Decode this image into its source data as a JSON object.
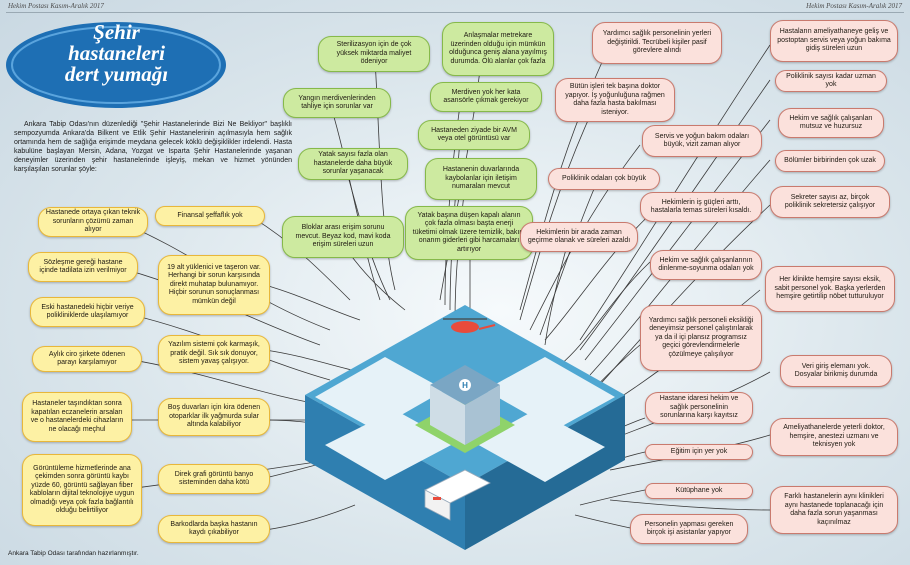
{
  "header": {
    "left": "Hekim Postası  Kasım-Aralık 2017",
    "right": "Hekim Postası  Kasım-Aralık 2017"
  },
  "title": {
    "line1": "Şehir",
    "line2": "hastaneleri",
    "line3": "dert yumağı"
  },
  "intro": "Ankara Tabip Odası'nın düzenlediği \"Şehir Hastanelerinde Bizi Ne Bekliyor\" başlıklı sempozyumda Ankara'da Bilkent ve Etlik Şehir Hastanelerinin açılmasıyla hem sağlık ortamında hem de sağlığa erişimde meydana gelecek köklü değişiklikler irdelendi. Hasta kabulüne başlayan Mersin, Adana, Yozgat ve Isparta Şehir Hastanelerinde yaşanan deneyimler üzerinden şehir hastanelerinde işleyiş, mekan ve hizmet yönünden karşılaşılan sorunlar şöyle:",
  "credit": "Ankara Tabip Odası tarafından hazırlanmıştır.",
  "bubbles": {
    "left": [
      "Hastanede ortaya çıkan teknik sorunların çözümü zaman alıyor",
      "Sözleşme gereği hastane içinde tadilata izin verilmiyor",
      "Eski hastanedeki hiçbir veriye polikliniklerde ulaşılamıyor",
      "Aylık ciro şirkete ödenen parayı karşılamıyor",
      "Hastaneler taşındıktan sonra kapatılan eczanelerin arsaları ve o hastanelerdeki cihazların ne olacağı meçhul",
      "Görüntüleme hizmetlerinde ana çekimden sonra görüntü kaybı yüzde 60, görüntü sağlayan fiber kabloların dijital teknolojiye uygun olmadığı veya çok fazla bağlantılı olduğu belirtiliyor"
    ],
    "center": [
      "Finansal şeffaflık yok",
      "19 alt yüklenici ve taşeron var. Herhangi bir sorun karşısında direkt muhatap bulunamıyor. Hiçbir sorunun sonuçlanması mümkün değil",
      "Yazılım sistemi çok karmaşık, pratik değil. Sık sık donuyor, sistem yavaş çalışıyor.",
      "Boş duvarları için kira ödenen otoparklar ilk yağmurda sular altında kalabiliyor",
      "Direk grafi görüntü banyo sisteminden daha kötü",
      "Barkodlarda başka hastanın kaydı çıkabiliyor"
    ],
    "top": [
      "Sterilizasyon için de çok yüksek miktarda maliyet ödeniyor",
      "Yangın merdivenlerinden tahliye için sorunlar var",
      "Yatak sayısı fazla olan hastanelerde daha büyük sorunlar yaşanacak",
      "Bloklar arası erişim sorunu mevcut. Beyaz kod, mavi koda erişim süreleri uzun",
      "Anlaşmalar metrekare üzerinden olduğu için mümkün olduğunca geniş alana yayılmış durumda. Ölü alanlar çok fazla",
      "Merdiven yok her kata asansörle çıkmak gerekiyor",
      "Hastaneden ziyade bir AVM veya otel görüntüsü var",
      "Hastanenin duvarlarında kaybolanlar için iletişim numaraları mevcut",
      "Yatak başına düşen kapalı alanın çok fazla olması başta enerji tüketimi olmak üzere temizlik, bakım onarım giderleri gibi harcamaları artırıyor"
    ],
    "pink": [
      "Yardımcı sağlık personelinin yerleri değiştirildi. Tecrübeli kişiler pasif görevlere alındı",
      "Bütün işleri tek başına doktor yapıyor. İş yoğunluğuna rağmen daha fazla hasta bakılması isteniyor.",
      "Servis ve yoğun bakım odaları büyük, vizit zaman alıyor",
      "Poliklinik odaları çok büyük",
      "Hekimlerin iş güçleri arttı, hastalarla temas süreleri kısaldı.",
      "Hekimlerin bir arada zaman geçirme olanak ve süreleri azaldı",
      "Hekim ve sağlık çalışanlarının dinlenme-soyunma odaları yok",
      "Yardımcı sağlık personeli eksikliği deneyimsiz personel çalıştırılarak ya da il içi plansız programsız geçici görevlendirmelerle çözülmeye çalışılıyor",
      "Hastane idaresi hekim ve sağlık personelinin sorunlarına karşı kayıtsız",
      "Eğitim için yer yok",
      "Kütüphane yok",
      "Personelin yapması gereken birçok işi asistanlar yapıyor"
    ],
    "right": [
      "Hastaların ameliyathaneye geliş ve postoptan servis veya yoğun bakıma gidiş süreleri uzun",
      "Poliklinik sayısı kadar uzman yok",
      "Hekim ve sağlık çalışanları mutsuz ve huzursuz",
      "Bölümler birbirinden çok uzak",
      "Sekreter sayısı az, birçok poliklinik sekretersiz çalışıyor",
      "Her klinikte hemşire sayısı eksik, sabit personel yok. Başka yerlerden hemşire getirtilip nöbet tutturuluyor",
      "Veri giriş elemanı yok. Dosyalar birikmiş durumda",
      "Ameliyathanelerde yeterli doktor, hemşire, anestezi uzmanı ve teknisyen yok",
      "Farklı hastanelerin aynı klinikleri aynı hastanede toplanacağı için daha fazla sorun yaşanması kaçınılmaz"
    ]
  },
  "colors": {
    "title_blob": "#1e6fb4",
    "yellow_fill": "#fdf1a4",
    "green_fill": "#cdeaa0",
    "pink_fill": "#fbe1dc",
    "platform": "#4fa7d2"
  },
  "icons": [
    "helicopter-icon",
    "hospital-building-icon",
    "ambulance-icon"
  ]
}
